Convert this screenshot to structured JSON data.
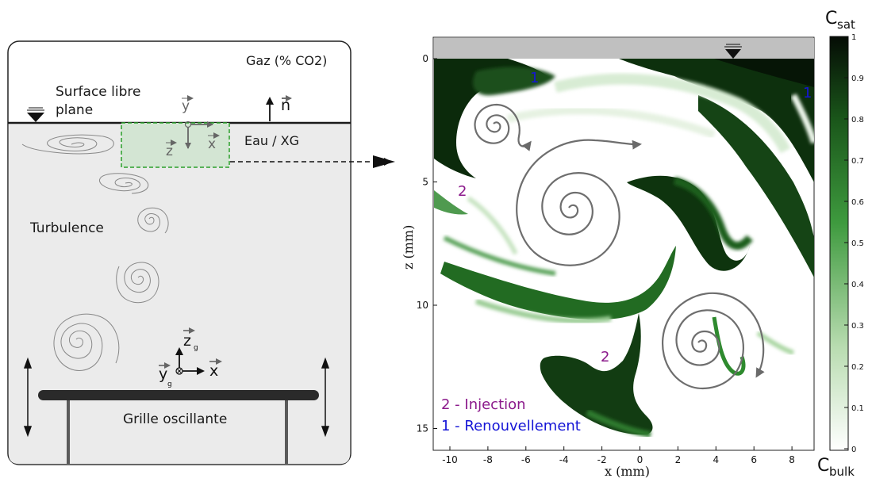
{
  "schematic": {
    "gas_label": "Gaz (% CO2)",
    "surface_label_line1": "Surface libre",
    "surface_label_line2": "plane",
    "water_label": "Eau / XG",
    "turbulence_label": "Turbulence",
    "grid_label": "Grille oscillante",
    "axis_y": "y",
    "axis_z": "z",
    "axis_x": "x",
    "normal": "n",
    "grid_axis_z": "z",
    "grid_axis_z_sub": "g",
    "grid_axis_y": "y",
    "grid_axis_y_sub": "g",
    "grid_axis_x": "x",
    "colors": {
      "tank_fill": "#ebebeb",
      "window_stroke": "#2aa02a",
      "window_fill": "#cfe3cf"
    }
  },
  "field": {
    "xlabel": "x (mm)",
    "ylabel": "z (mm)",
    "xticks": [
      "-10",
      "-8",
      "-6",
      "-4",
      "-2",
      "0",
      "2",
      "4",
      "6",
      "8"
    ],
    "yticks": [
      "0",
      "5",
      "10",
      "15"
    ],
    "markers": [
      {
        "text": "1",
        "kind": "renewal"
      },
      {
        "text": "1",
        "kind": "renewal"
      },
      {
        "text": "2",
        "kind": "injection"
      },
      {
        "text": "2",
        "kind": "injection"
      }
    ],
    "legend_injection": "2 - Injection",
    "legend_renewal": "1 - Renouvellement",
    "colors": {
      "injection": "#8b1a8b",
      "renewal": "#1515d6",
      "dye": "#1e6a1e"
    }
  },
  "colorbar": {
    "top_label": "C",
    "top_sub": "sat",
    "bottom_label": "C",
    "bottom_sub": "bulk",
    "ticks": [
      "1",
      "0.9",
      "0.8",
      "0.7",
      "0.6",
      "0.5",
      "0.4",
      "0.3",
      "0.2",
      "0.1",
      "0"
    ]
  }
}
